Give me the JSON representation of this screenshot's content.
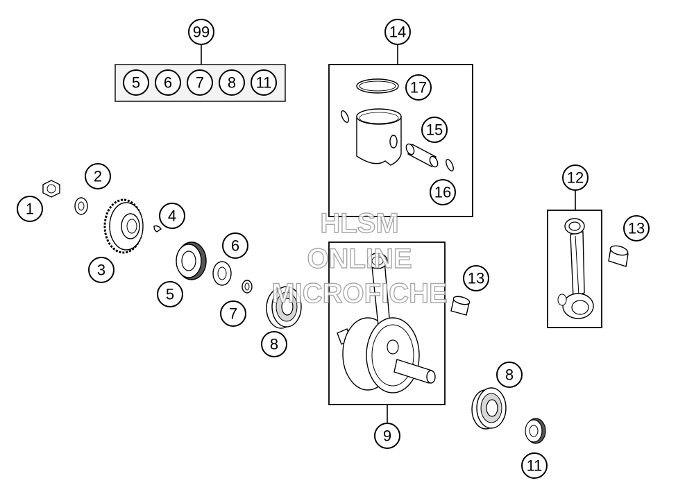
{
  "watermark": {
    "line1": "HLSM",
    "line2": "ONLINE",
    "line3": "MICROFICHE",
    "color": "#9a9a9a"
  },
  "callouts": {
    "c1": "1",
    "c2": "2",
    "c3": "3",
    "c4": "4",
    "c5": "5",
    "c6": "6",
    "c7": "7",
    "c8a": "8",
    "c8b": "8",
    "c9": "9",
    "c11": "11",
    "c12": "12",
    "c13a": "13",
    "c13b": "13",
    "c14": "14",
    "c15": "15",
    "c16": "16",
    "c17": "17",
    "c99": "99"
  },
  "kit": {
    "items": [
      "5",
      "6",
      "7",
      "8",
      "11"
    ]
  },
  "icons": [
    "nut",
    "washer",
    "gear",
    "key",
    "seal",
    "shim",
    "bearing",
    "crankshaft",
    "piston",
    "piston-ring",
    "piston-pin",
    "circlip",
    "connecting-rod",
    "needle-bearing"
  ]
}
